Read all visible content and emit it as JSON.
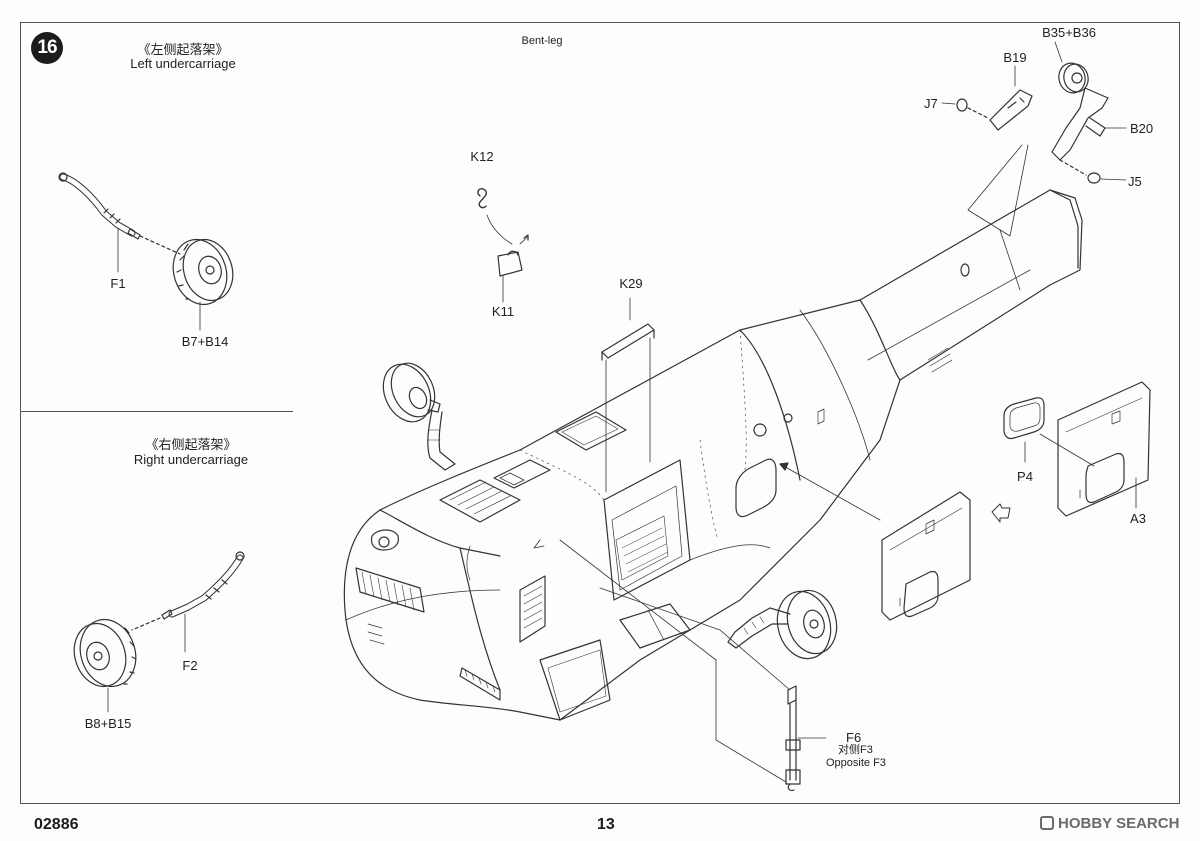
{
  "step": {
    "number": "16"
  },
  "left_panel": {
    "left_title_zh": "《左侧起落架》",
    "left_title_en": "Left undercarriage",
    "right_title_zh": "《右侧起落架》",
    "right_title_en": "Right undercarriage"
  },
  "main_note": "Bent-leg",
  "parts": {
    "f1": "F1",
    "b7_b14": "B7+B14",
    "f2": "F2",
    "b8_b15": "B8+B15",
    "k12": "K12",
    "k11": "K11",
    "k29": "K29",
    "j7": "J7",
    "b19": "B19",
    "b35_b36": "B35+B36",
    "b20": "B20",
    "j5": "J5",
    "p4": "P4",
    "a3": "A3",
    "f6": "F6",
    "opposite_zh": "对侧F3",
    "opposite_en": "Opposite F3"
  },
  "footer": {
    "product_code": "02886",
    "page_number": "13",
    "watermark": "HOBBY SEARCH"
  }
}
